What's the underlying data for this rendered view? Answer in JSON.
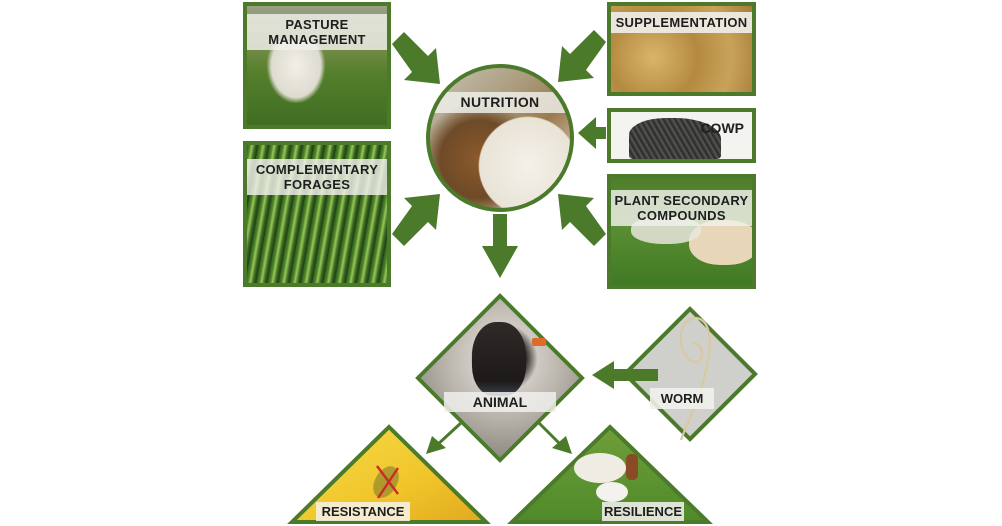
{
  "colors": {
    "frame_green": "#4a7a2a",
    "arrow_green": "#4a7a2a",
    "resistance_yellow": "#f2c52a",
    "label_bg": "#f0f0ec",
    "label_text": "#1e1e1e",
    "x_mark": "#cc2a2a"
  },
  "inputs": {
    "pasture_management": {
      "label_line1": "PASTURE",
      "label_line2": "MANAGEMENT",
      "image": "sheep-grazing-photo"
    },
    "complementary_forages": {
      "label_line1": "COMPLEMENTARY",
      "label_line2": "FORAGES",
      "image": "tall-grass-photo"
    },
    "supplementation": {
      "label": "SUPPLEMENTATION",
      "image": "grain-feed-photo"
    },
    "cowp": {
      "label": "COWP",
      "image": "copper-oxide-wire-particles-photo"
    },
    "plant_secondary_compounds": {
      "label_line1": "PLANT SECONDARY",
      "label_line2": "COMPOUNDS",
      "image": "sheep-on-pasture-photo"
    }
  },
  "hub": {
    "label": "NUTRITION",
    "image": "goats-feeding-photo"
  },
  "animal": {
    "label": "ANIMAL",
    "image": "sheep-face-photo"
  },
  "worm": {
    "label": "WORM",
    "image": "parasitic-worm-photo"
  },
  "outcomes": {
    "resistance": {
      "label": "RESISTANCE",
      "image": "parasite-egg-crossed-out"
    },
    "resilience": {
      "label": "RESILIENCE",
      "image": "goat-with-kids-photo"
    }
  }
}
